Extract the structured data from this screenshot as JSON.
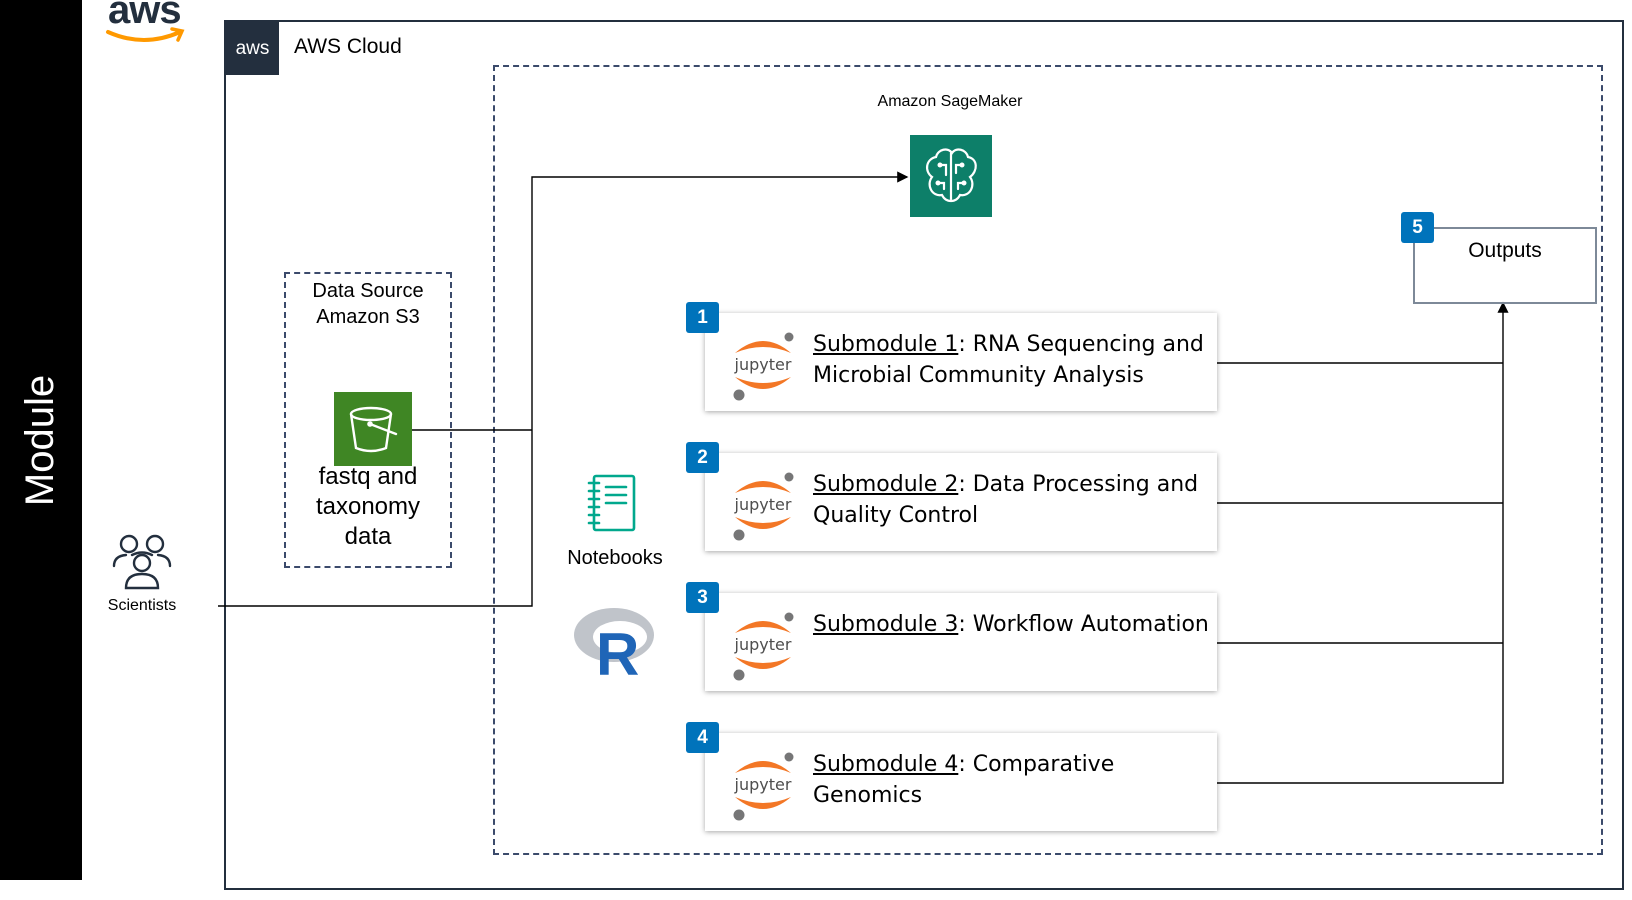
{
  "module": {
    "label": "Module"
  },
  "aws_logo": {
    "text": "aws"
  },
  "cloud": {
    "badge": "aws",
    "title": "AWS Cloud"
  },
  "sagemaker": {
    "label": "Amazon SageMaker"
  },
  "data_source": {
    "title_line1": "Data Source",
    "title_line2": "Amazon S3",
    "label_line1": "fastq and",
    "label_line2": "taxonomy",
    "label_line3": "data"
  },
  "scientists": {
    "label": "Scientists"
  },
  "notebooks": {
    "label": "Notebooks"
  },
  "r_logo": {
    "text": "R"
  },
  "submodules": [
    {
      "badge": "1",
      "link": "Submodule 1",
      "rest_line1": ": RNA Sequencing and",
      "line2": "Microbial Community Analysis"
    },
    {
      "badge": "2",
      "link": "Submodule 2",
      "rest_line1": ": Data Processing and",
      "line2": "Quality Control"
    },
    {
      "badge": "3",
      "link": "Submodule 3",
      "rest_line1": ": Workflow Automation",
      "line2": ""
    },
    {
      "badge": "4",
      "link": "Submodule 4",
      "rest_line1": ": Comparative Genomics",
      "line2": ""
    }
  ],
  "jupyter_word": "jupyter",
  "outputs": {
    "badge": "5",
    "label": "Outputs"
  },
  "colors": {
    "aws_dark": "#232f3e",
    "aws_orange": "#ff9900",
    "s3_green": "#3f8624",
    "sagemaker_teal": "#0d7f69",
    "badge_blue": "#0073bb",
    "jupyter_orange": "#f37726"
  }
}
